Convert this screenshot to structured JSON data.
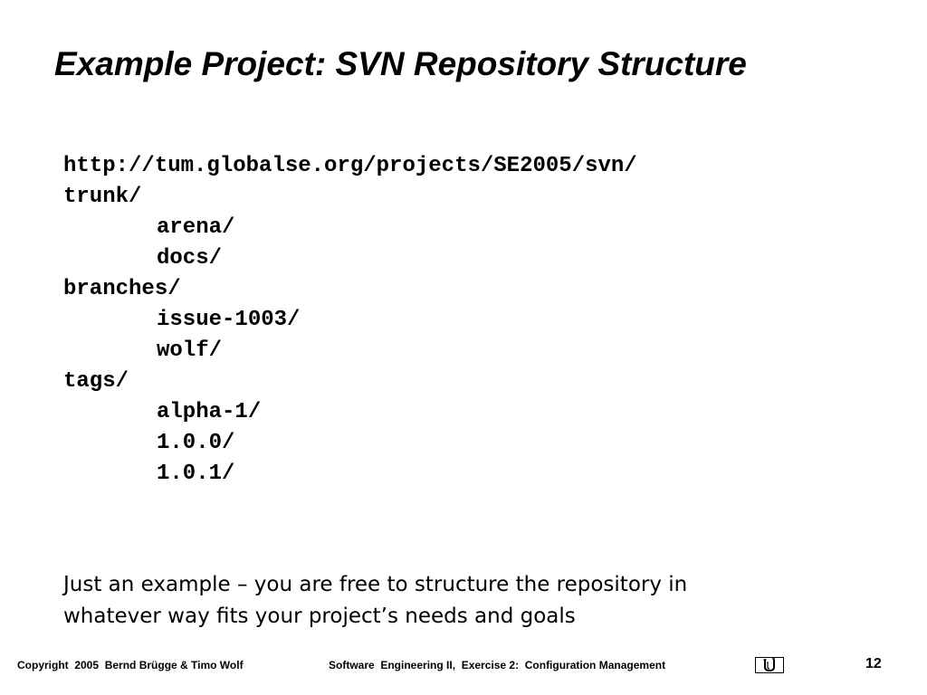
{
  "slide": {
    "title": "Example Project: SVN Repository Structure",
    "repository_tree": [
      {
        "text": "http://tum.globalse.org/projects/SE2005/svn/",
        "level": 0
      },
      {
        "text": "trunk/",
        "level": 0
      },
      {
        "text": "arena/",
        "level": 1
      },
      {
        "text": "docs/",
        "level": 1
      },
      {
        "text": "branches/",
        "level": 0
      },
      {
        "text": "issue-1003/",
        "level": 1
      },
      {
        "text": "wolf/",
        "level": 1
      },
      {
        "text": "tags/",
        "level": 0
      },
      {
        "text": "alpha-1/",
        "level": 1
      },
      {
        "text": "1.0.0/",
        "level": 1
      },
      {
        "text": "1.0.1/",
        "level": 1
      }
    ],
    "note": {
      "line1": "Just an example – you are free to structure the repository in",
      "line2": "whatever way fits your project’s needs and goals"
    }
  },
  "footer": {
    "copyright": "Copyright  2005  Bernd Brügge & Timo Wolf",
    "course": "Software  Engineering II,  Exercise 2:  Configuration Management",
    "logo_icon": "tum-logo-icon",
    "page_number": "12"
  }
}
